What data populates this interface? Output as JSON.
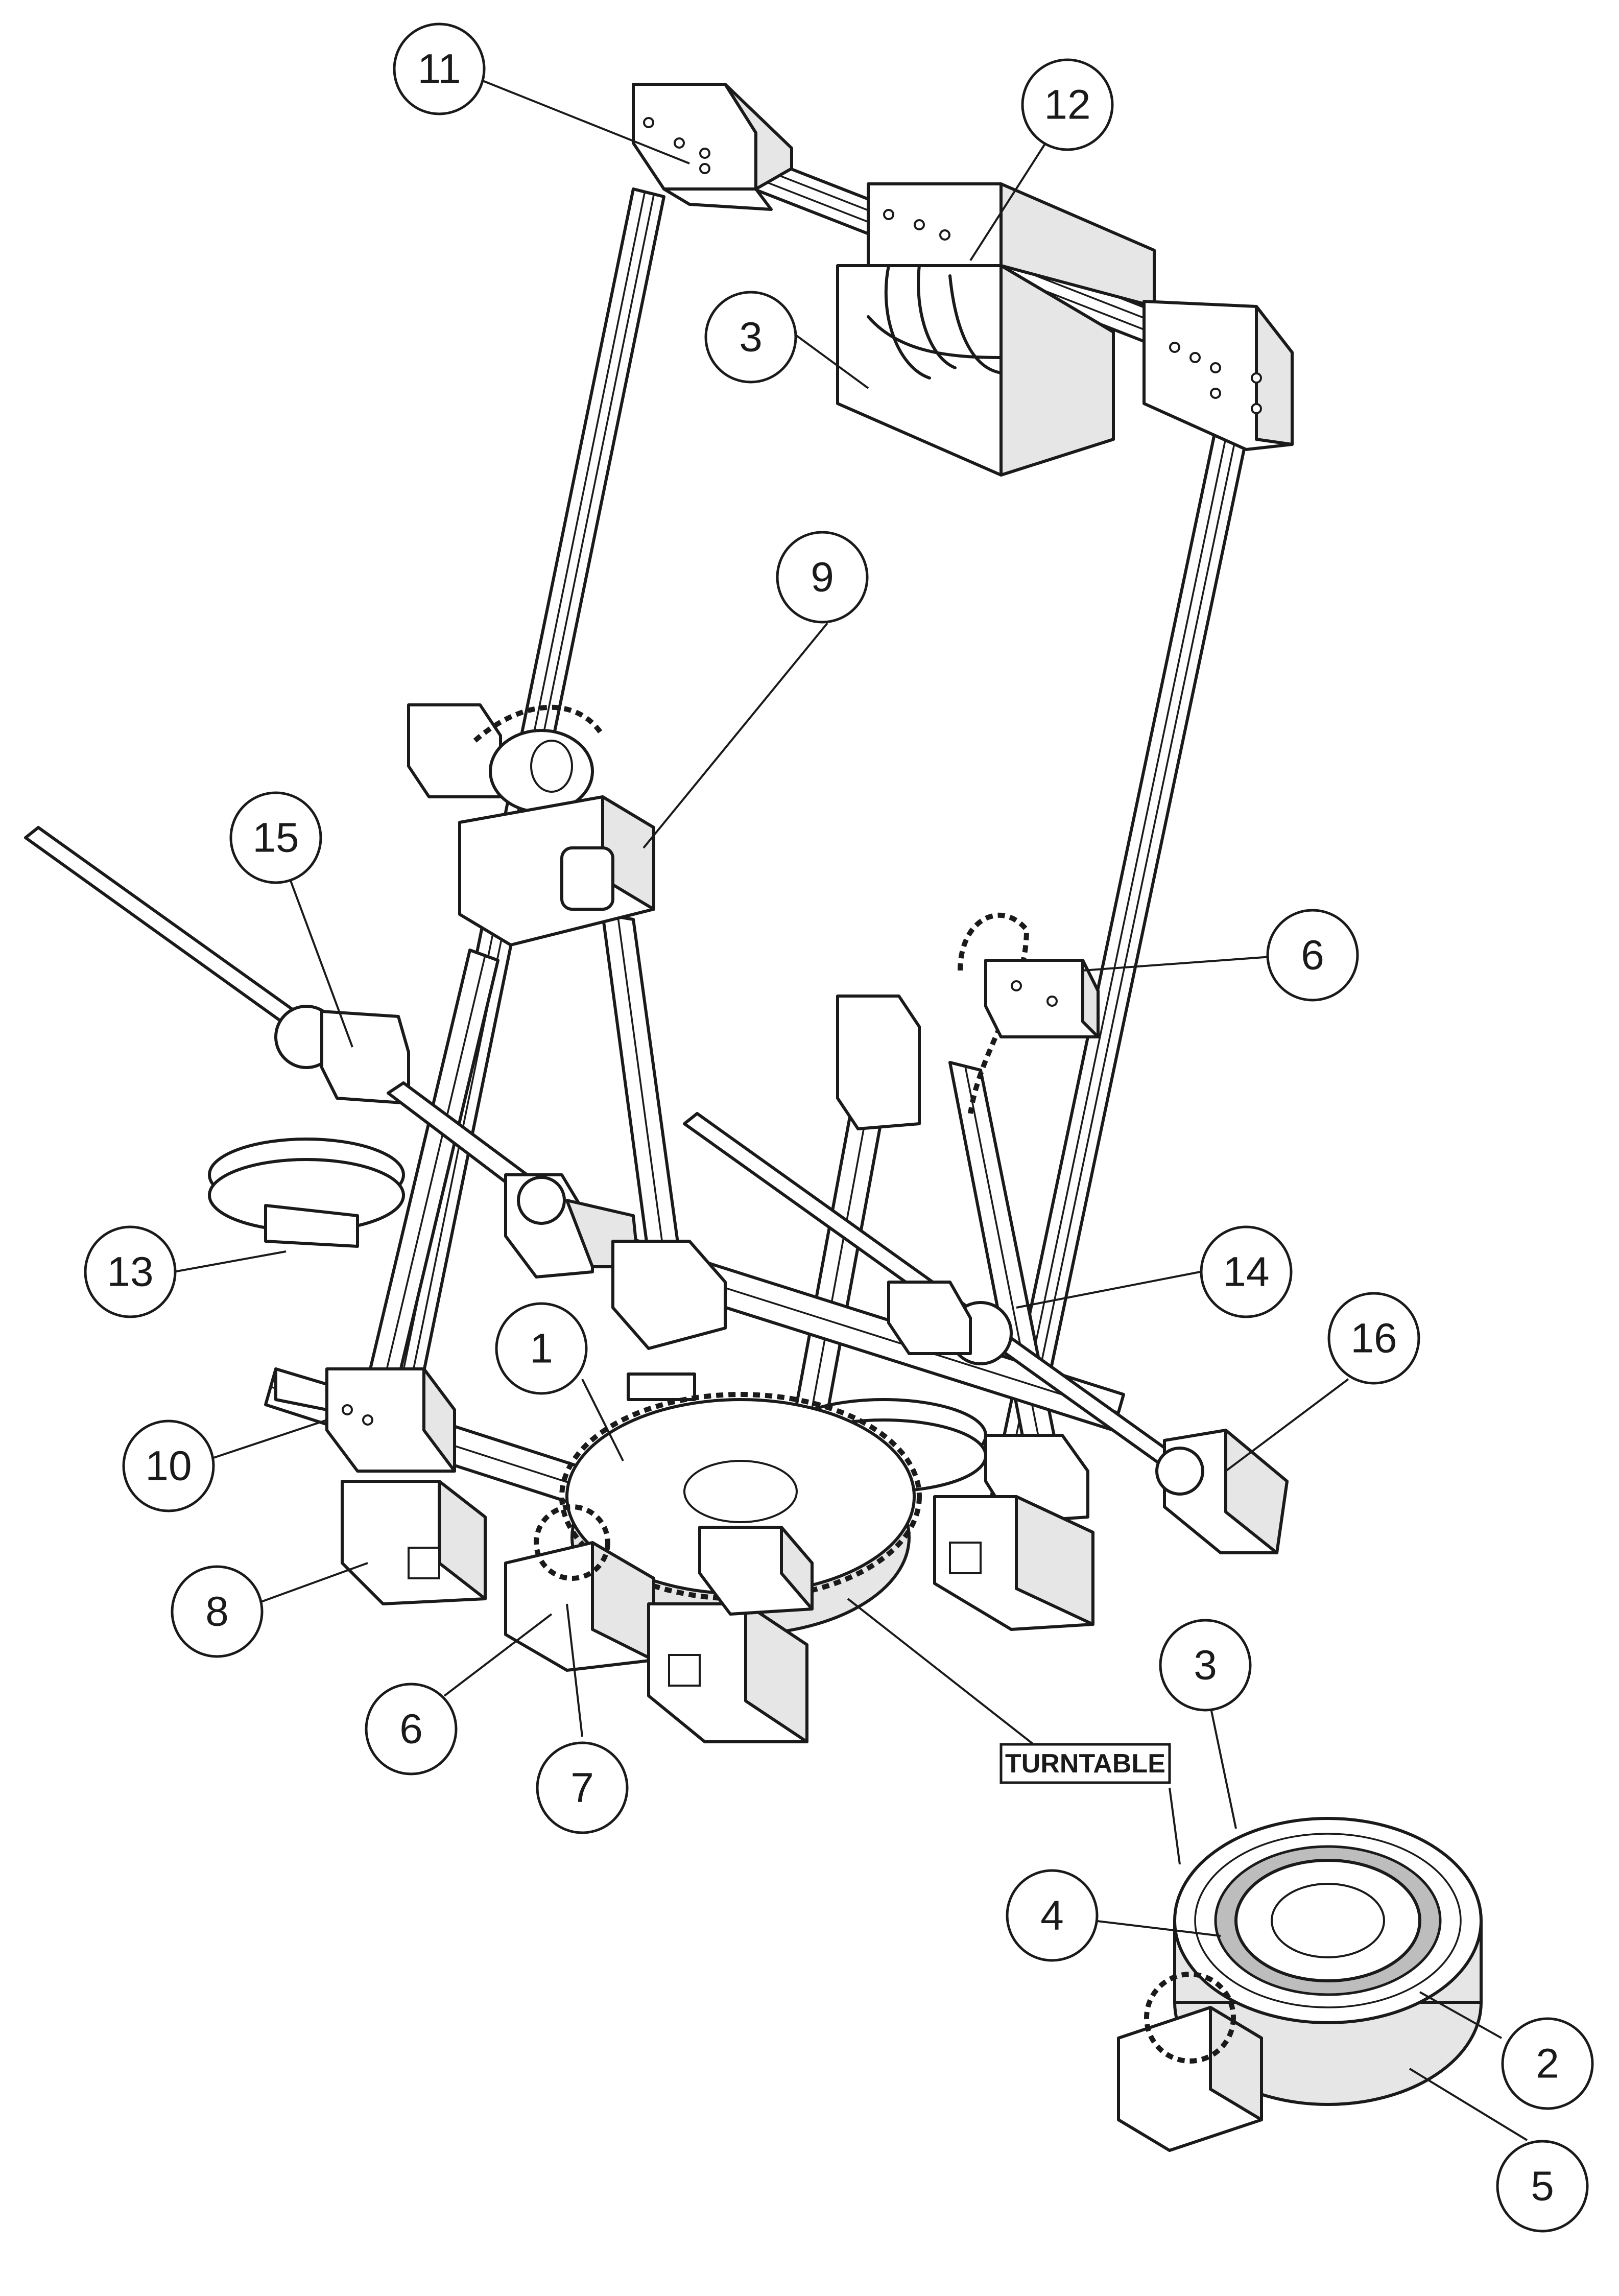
{
  "balloons": [
    {
      "id": "b11",
      "label": "11"
    },
    {
      "id": "b12",
      "label": "12"
    },
    {
      "id": "b3a",
      "label": "3"
    },
    {
      "id": "b9",
      "label": "9"
    },
    {
      "id": "b15",
      "label": "15"
    },
    {
      "id": "b6a",
      "label": "6"
    },
    {
      "id": "b13",
      "label": "13"
    },
    {
      "id": "b14",
      "label": "14"
    },
    {
      "id": "b16",
      "label": "16"
    },
    {
      "id": "b1",
      "label": "1"
    },
    {
      "id": "b10",
      "label": "10"
    },
    {
      "id": "b8",
      "label": "8"
    },
    {
      "id": "b6b",
      "label": "6"
    },
    {
      "id": "b7",
      "label": "7"
    },
    {
      "id": "b3b",
      "label": "3"
    },
    {
      "id": "b4",
      "label": "4"
    },
    {
      "id": "b2",
      "label": "2"
    },
    {
      "id": "b5",
      "label": "5"
    }
  ],
  "callout": {
    "label": "TURNTABLE"
  }
}
